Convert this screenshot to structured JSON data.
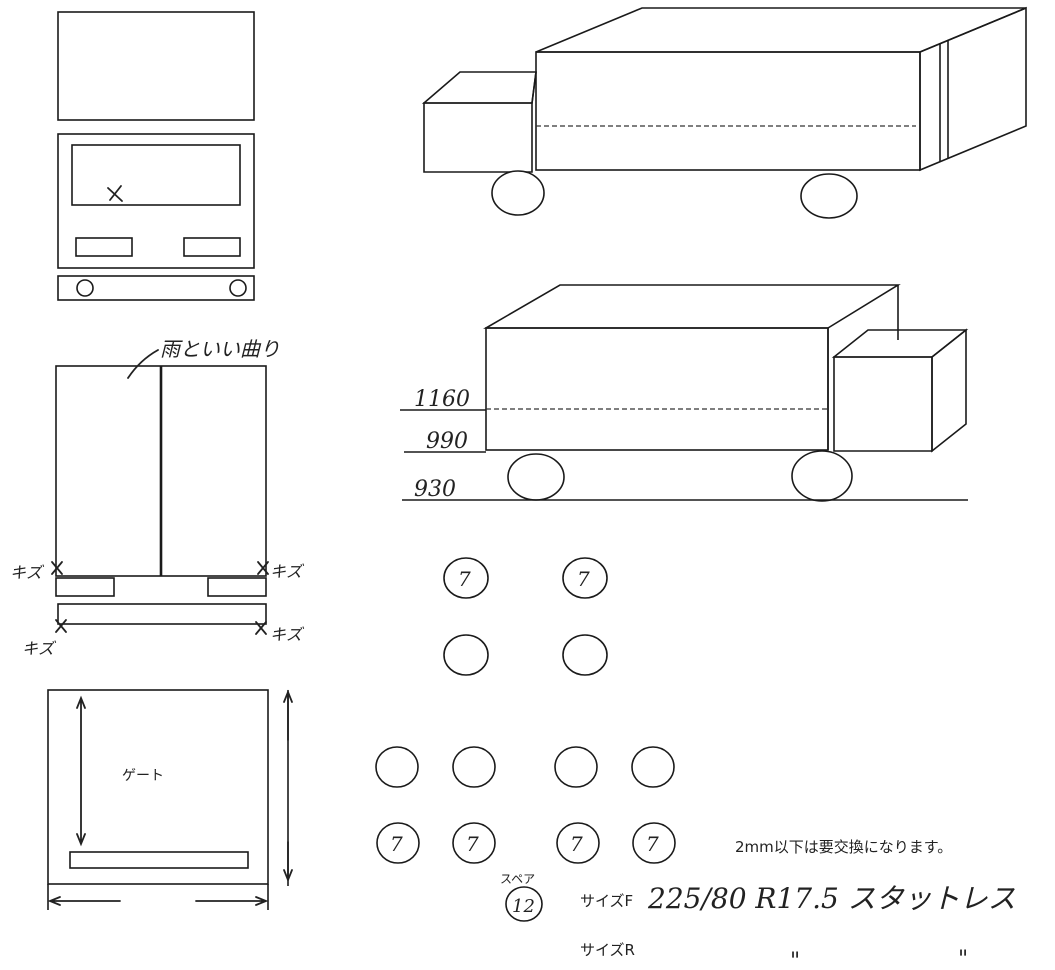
{
  "annotations": {
    "rain_gutter_bent": "雨といい曲り",
    "scratch": "キズ",
    "damage_mark": "X"
  },
  "gate": {
    "label": "ゲート"
  },
  "heights": {
    "h1": "1160",
    "h2": "990",
    "h3": "930"
  },
  "tires": {
    "front_left": "7",
    "front_right": "7",
    "rear_outer_left": "7",
    "rear_inner_left": "7",
    "rear_inner_right": "7",
    "rear_outer_right": "7"
  },
  "notice": "2mm以下は要交換になります。",
  "spare": {
    "label": "スペア",
    "value": "12"
  },
  "size_front": {
    "label": "サイズF",
    "value": "225/80 R17.5 スタットレス"
  },
  "size_rear": {
    "label": "サイズR",
    "ditto1": "\"",
    "ditto2": "\""
  }
}
